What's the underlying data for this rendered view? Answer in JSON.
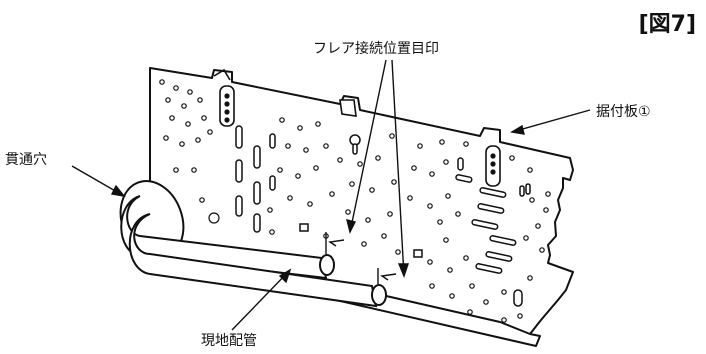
{
  "figure": {
    "number": "[図7]",
    "labels": {
      "flare_mark": "フレア接続位置目印",
      "mounting_plate": "据付板①",
      "through_hole": "貫通穴",
      "field_piping": "現地配管"
    }
  }
}
